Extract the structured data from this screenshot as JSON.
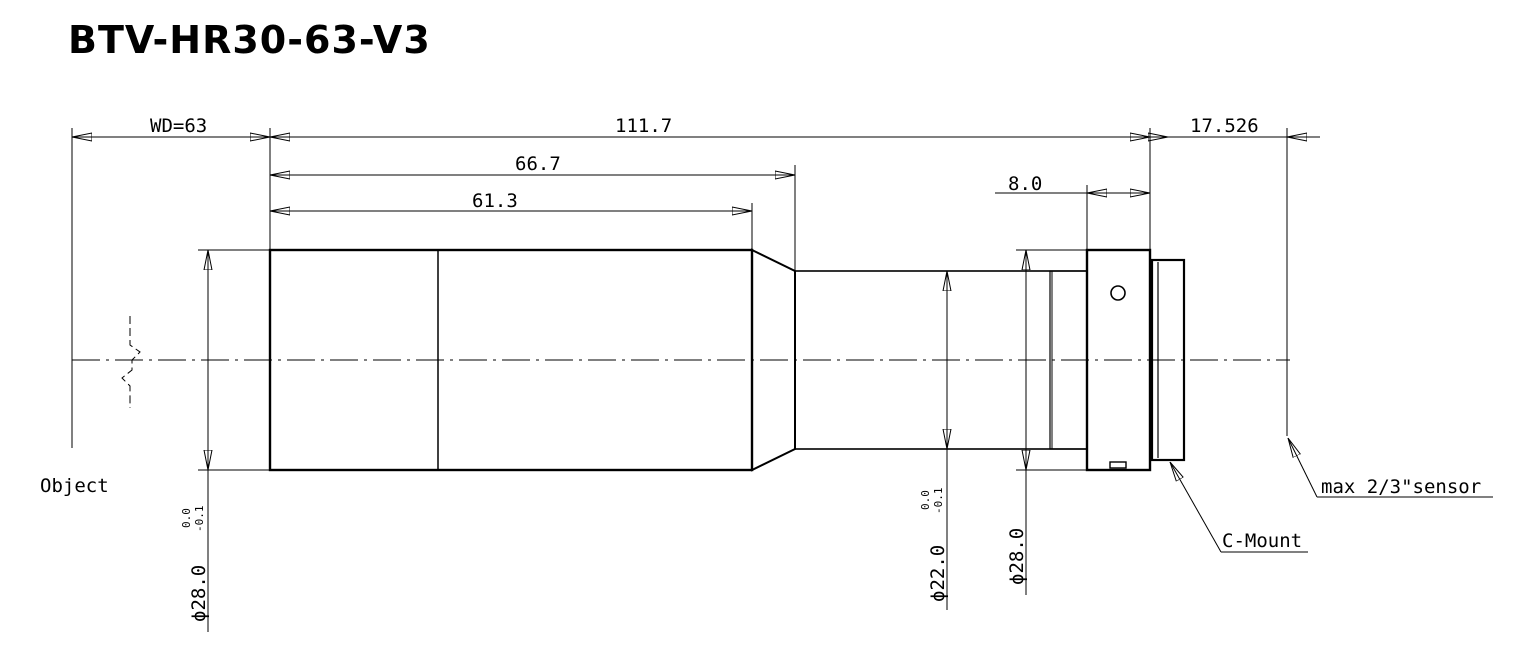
{
  "title": "BTV-HR30-63-V3",
  "dimensions": {
    "wd": "WD=63",
    "length_total": "111.7",
    "back_focal": "17.526",
    "len_66": "66.7",
    "len_61": "61.3",
    "mount_len": "8.0",
    "dia_front": "ϕ28.0",
    "dia_body": "ϕ22.0",
    "dia_mount": "ϕ28.0",
    "tol_upper": "0.0",
    "tol_lower": "-0.1"
  },
  "labels": {
    "object": "Object",
    "cmount": "C-Mount",
    "sensor": "max 2/3\"sensor"
  }
}
